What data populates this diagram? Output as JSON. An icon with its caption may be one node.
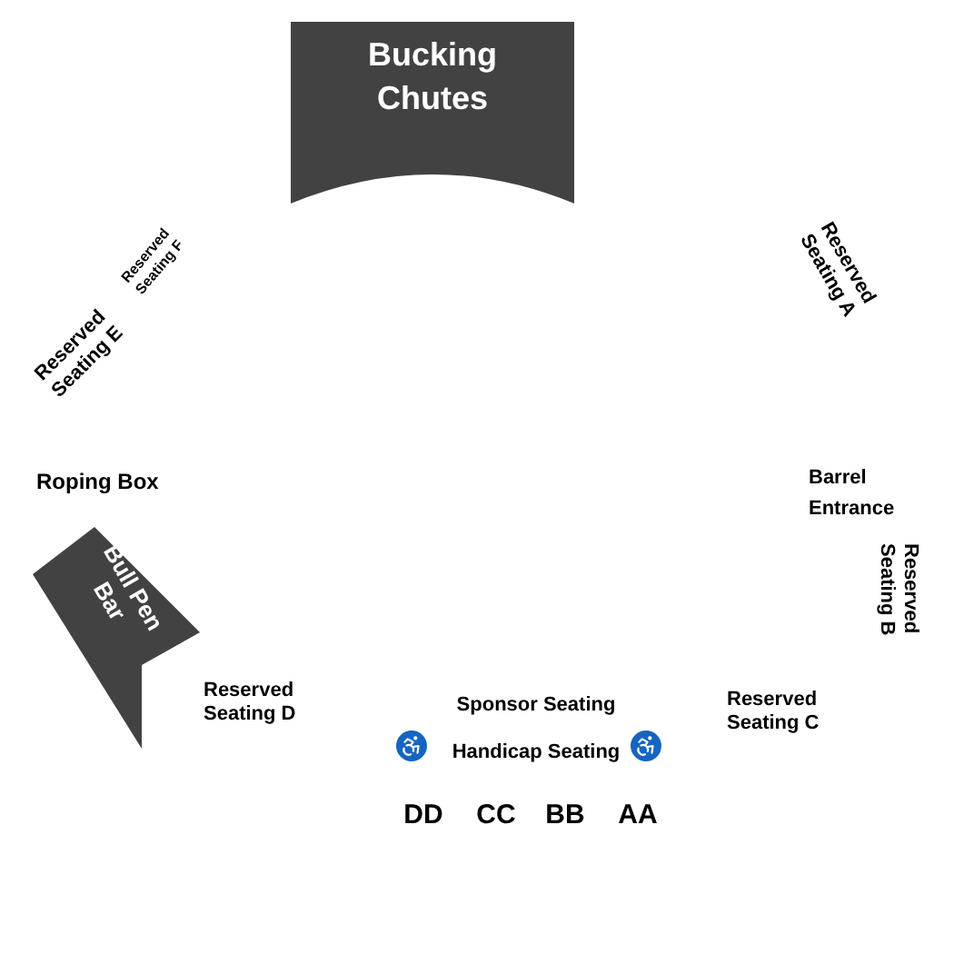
{
  "diagram": {
    "nodes": [
      {
        "text": [
          "Bucking Chutes"
        ]
      },
      {
        "text": [
          "Bull Pen Bar"
        ]
      }
    ],
    "labels": [
      "Reserved Seating F",
      "Reserved Seating A",
      "Reserved Seating E",
      "Roping Box",
      "Barrel Entrance",
      "Reserved Seating B",
      "Reserved Seating D",
      "Sponsor Seating",
      "Reserved Seating C",
      "Handicap Seating",
      "DD",
      "CC",
      "BB",
      "AA"
    ]
  }
}
